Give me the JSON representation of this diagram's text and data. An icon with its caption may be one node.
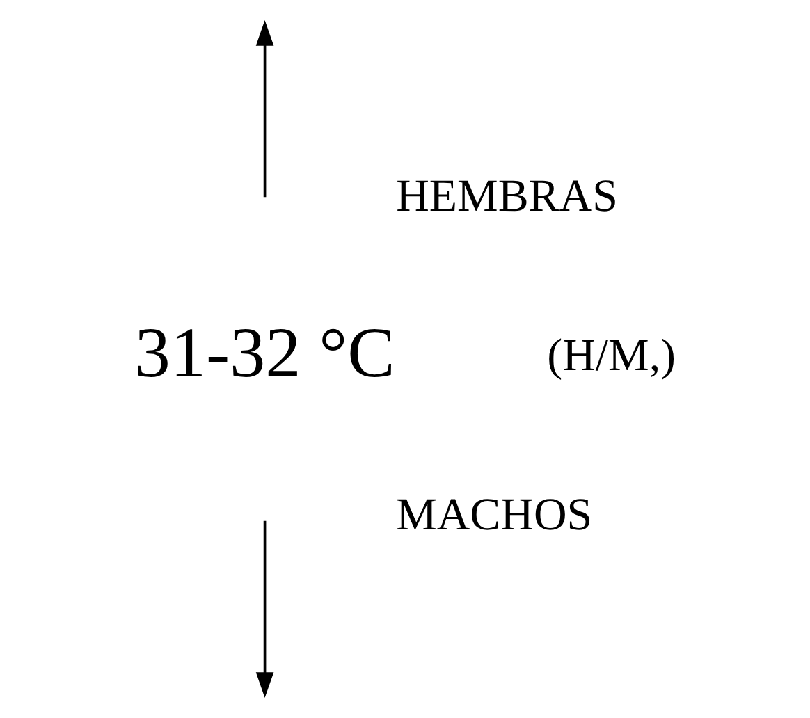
{
  "diagram": {
    "nodes": [
      {
        "text": [
          "31-32 °C"
        ]
      }
    ],
    "labels": [
      "HEMBRAS",
      "(H/M,)",
      "MACHOS"
    ]
  }
}
